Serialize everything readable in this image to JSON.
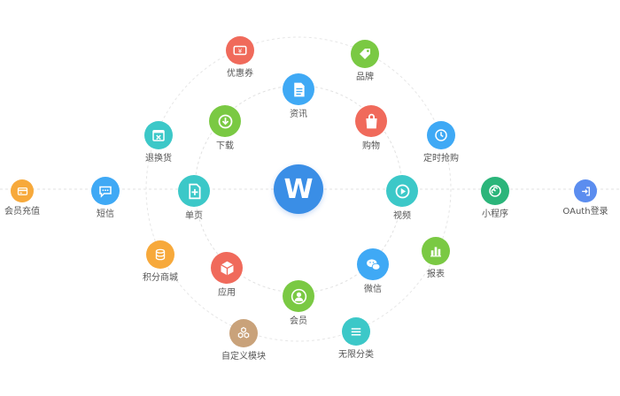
{
  "center": {
    "letter": "W",
    "color": "#3a8ee6"
  },
  "features": [
    {
      "id": "youhuiquan",
      "label": "优惠券",
      "icon": "ticket-icon",
      "color": "#f06a5b"
    },
    {
      "id": "pinpai",
      "label": "品牌",
      "icon": "tag-icon",
      "color": "#7ac943"
    },
    {
      "id": "zixun",
      "label": "资讯",
      "icon": "document-icon",
      "color": "#3fa9f5"
    },
    {
      "id": "tuihuanhuo",
      "label": "退换货",
      "icon": "exchange-box-icon",
      "color": "#3cc8c8"
    },
    {
      "id": "xiazai",
      "label": "下载",
      "icon": "download-icon",
      "color": "#7ac943"
    },
    {
      "id": "gouwu",
      "label": "购物",
      "icon": "shopping-bag-icon",
      "color": "#f06a5b"
    },
    {
      "id": "dingshiqianggou",
      "label": "定时抢购",
      "icon": "clock-icon",
      "color": "#3fa9f5"
    },
    {
      "id": "huiyuanchongzhi",
      "label": "会员充值",
      "icon": "card-icon",
      "color": "#f7a93b"
    },
    {
      "id": "duanxin",
      "label": "短信",
      "icon": "chat-bubble-icon",
      "color": "#3fa9f5"
    },
    {
      "id": "danye",
      "label": "单页",
      "icon": "page-plus-icon",
      "color": "#3cc8c8"
    },
    {
      "id": "shipin",
      "label": "视频",
      "icon": "play-icon",
      "color": "#3cc8c8"
    },
    {
      "id": "xiaochengxu",
      "label": "小程序",
      "icon": "mini-program-icon",
      "color": "#2bb57a"
    },
    {
      "id": "oauth",
      "label": "OAuth登录",
      "icon": "login-icon",
      "color": "#5b8def"
    },
    {
      "id": "jifenshangcheng",
      "label": "积分商城",
      "icon": "coins-icon",
      "color": "#f7a93b"
    },
    {
      "id": "baobiao",
      "label": "报表",
      "icon": "bar-report-icon",
      "color": "#7ac943"
    },
    {
      "id": "yingyong",
      "label": "应用",
      "icon": "cube-icon",
      "color": "#f06a5b"
    },
    {
      "id": "weixin",
      "label": "微信",
      "icon": "wechat-icon",
      "color": "#3fa9f5"
    },
    {
      "id": "huiyuan",
      "label": "会员",
      "icon": "user-icon",
      "color": "#7ac943"
    },
    {
      "id": "zidingyimokuai",
      "label": "自定义模块",
      "icon": "hexagon-cluster-icon",
      "color": "#c9a27a"
    },
    {
      "id": "wuxianfenlei",
      "label": "无限分类",
      "icon": "list-icon",
      "color": "#3cc8c8"
    }
  ]
}
